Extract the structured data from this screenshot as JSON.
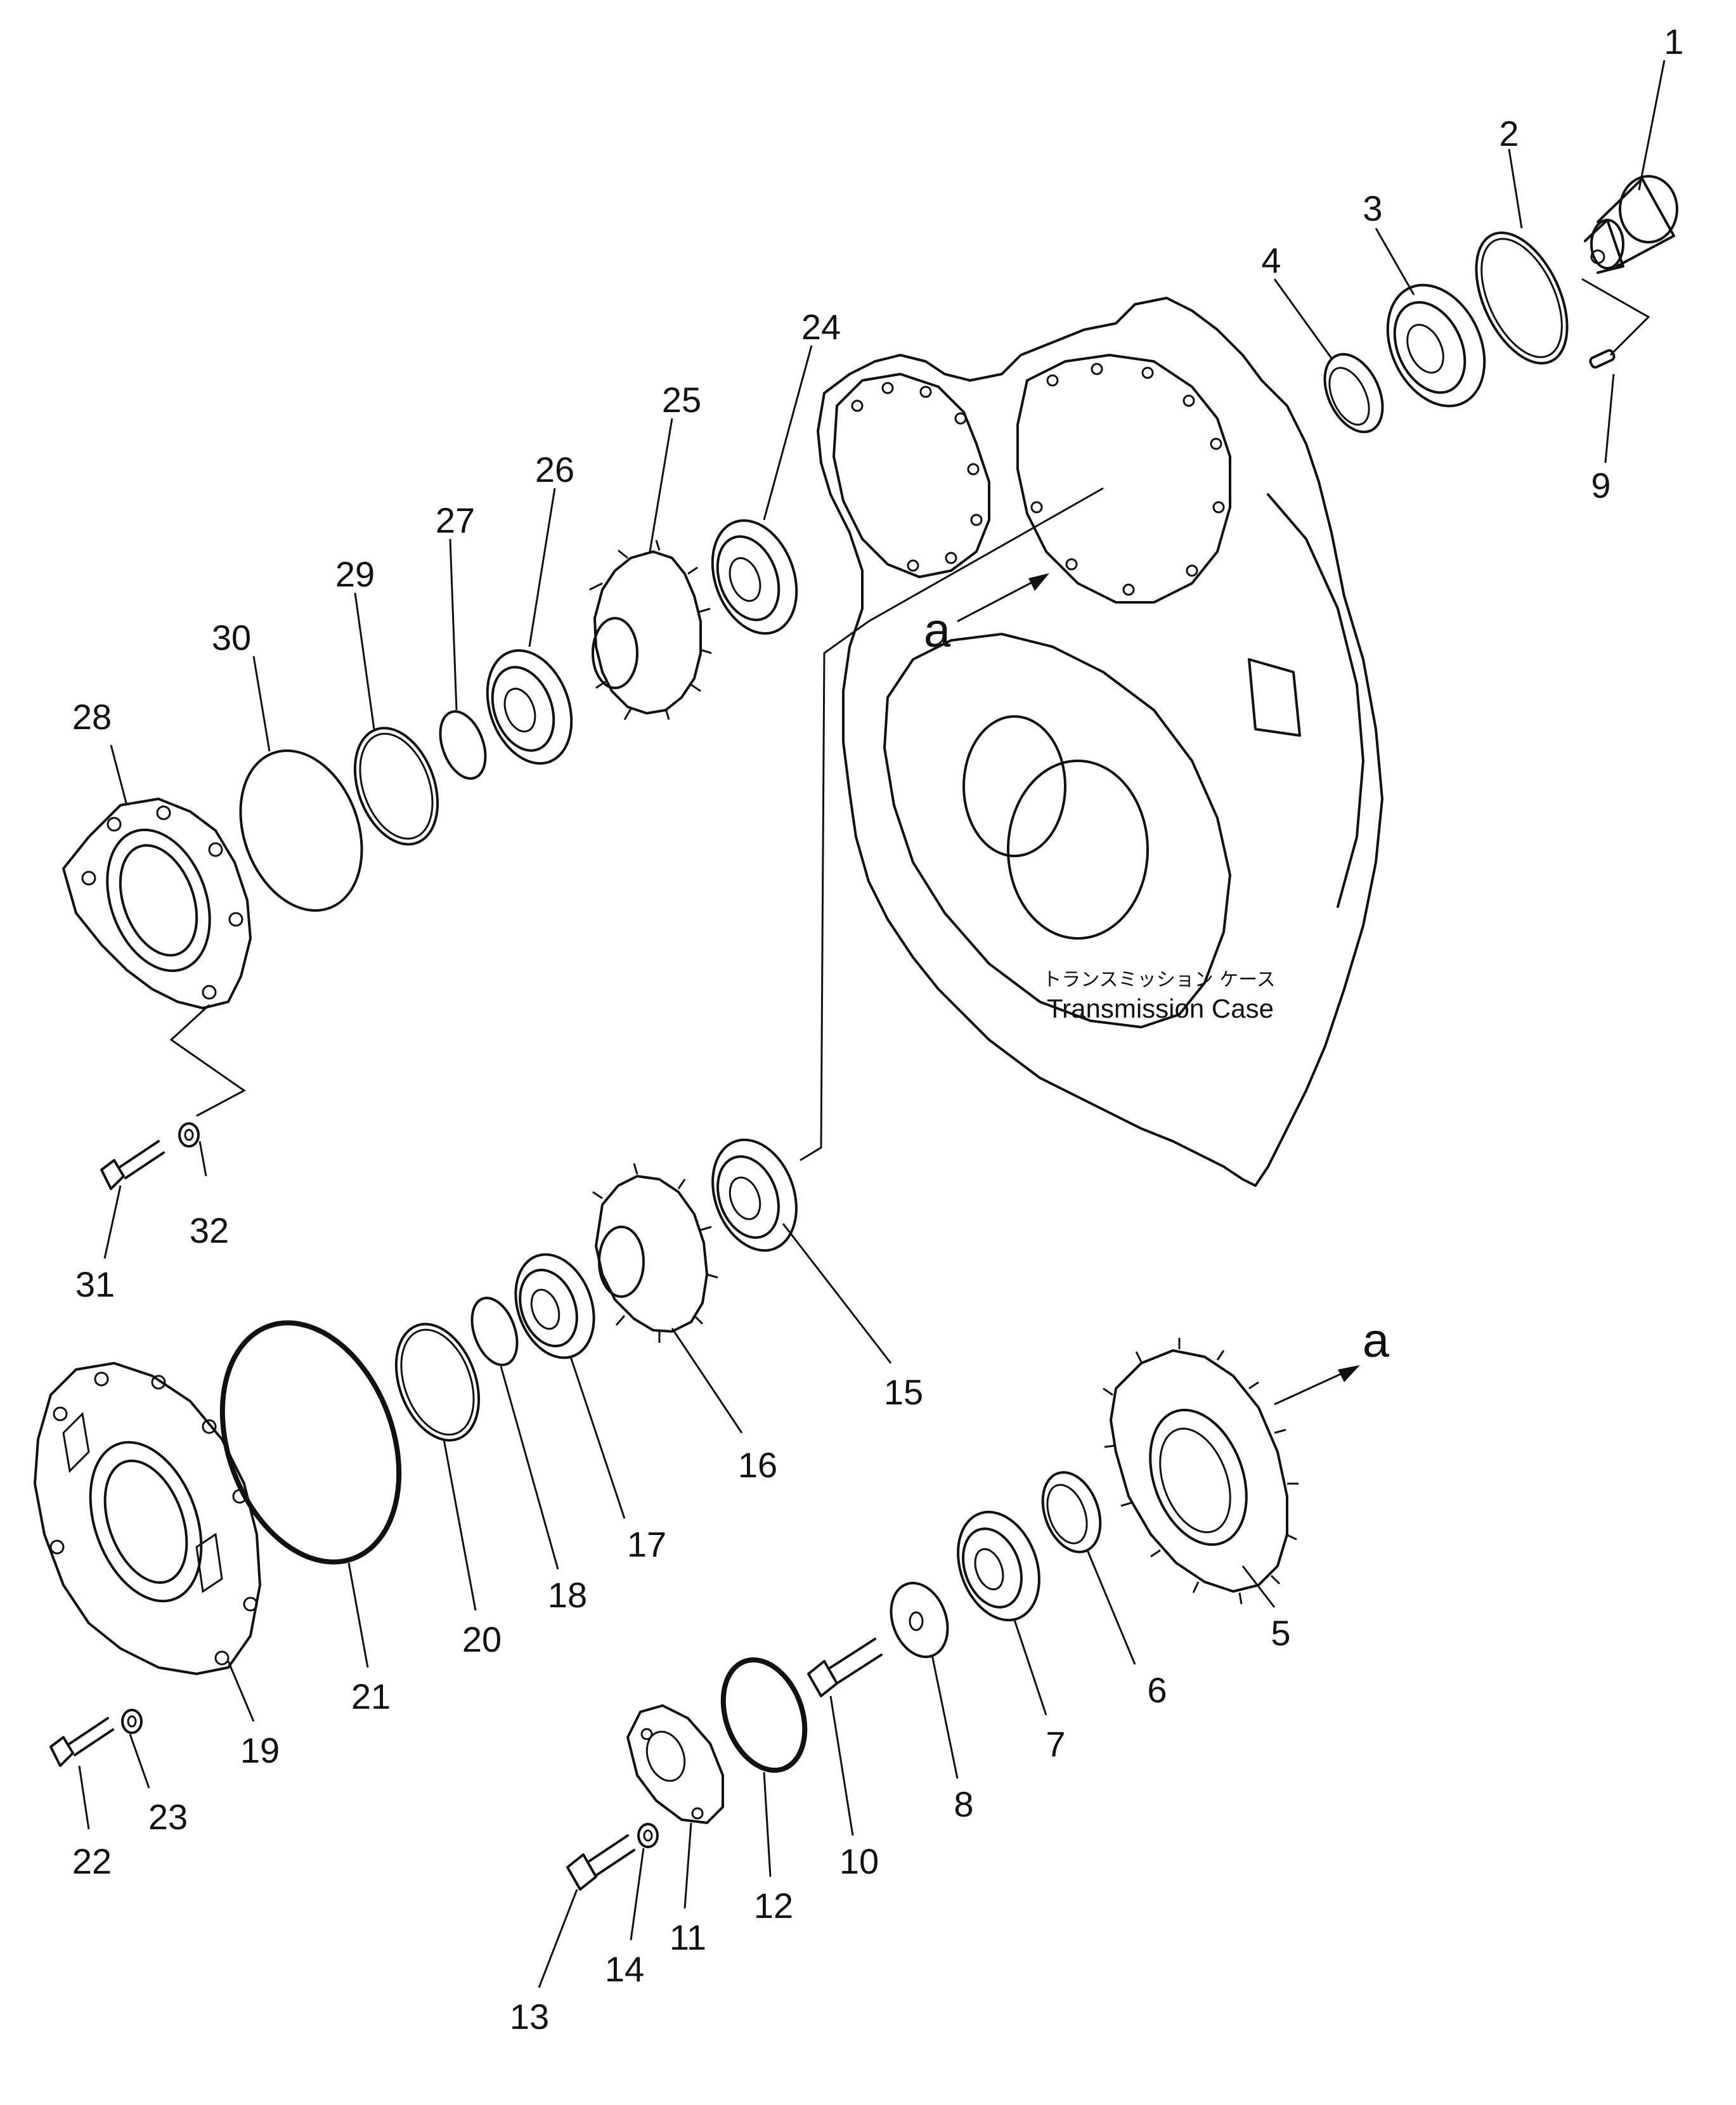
{
  "case_label": {
    "japanese": "トランスミッション ケース",
    "english": "Transmission Case"
  },
  "flow_marker": "a",
  "callouts": [
    {
      "id": "1",
      "label": "1"
    },
    {
      "id": "2",
      "label": "2"
    },
    {
      "id": "3",
      "label": "3"
    },
    {
      "id": "4",
      "label": "4"
    },
    {
      "id": "5",
      "label": "5"
    },
    {
      "id": "6",
      "label": "6"
    },
    {
      "id": "7",
      "label": "7"
    },
    {
      "id": "8",
      "label": "8"
    },
    {
      "id": "9",
      "label": "9"
    },
    {
      "id": "10",
      "label": "10"
    },
    {
      "id": "11",
      "label": "11"
    },
    {
      "id": "12",
      "label": "12"
    },
    {
      "id": "13",
      "label": "13"
    },
    {
      "id": "14",
      "label": "14"
    },
    {
      "id": "15",
      "label": "15"
    },
    {
      "id": "16",
      "label": "16"
    },
    {
      "id": "17",
      "label": "17"
    },
    {
      "id": "18",
      "label": "18"
    },
    {
      "id": "19",
      "label": "19"
    },
    {
      "id": "20",
      "label": "20"
    },
    {
      "id": "21",
      "label": "21"
    },
    {
      "id": "22",
      "label": "22"
    },
    {
      "id": "23",
      "label": "23"
    },
    {
      "id": "24",
      "label": "24"
    },
    {
      "id": "25",
      "label": "25"
    },
    {
      "id": "26",
      "label": "26"
    },
    {
      "id": "27",
      "label": "27"
    },
    {
      "id": "28",
      "label": "28"
    },
    {
      "id": "29",
      "label": "29"
    },
    {
      "id": "30",
      "label": "30"
    },
    {
      "id": "31",
      "label": "31"
    },
    {
      "id": "32",
      "label": "32"
    }
  ]
}
